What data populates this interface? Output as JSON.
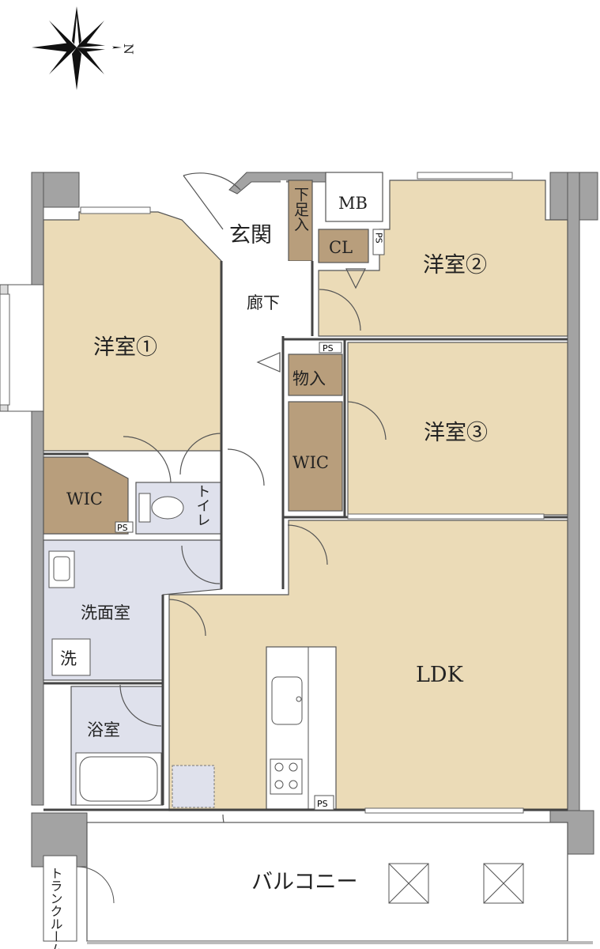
{
  "compass": {
    "north_label": "N",
    "icon": "compass-rose-icon"
  },
  "rooms": {
    "western_room_1": "洋室①",
    "western_room_2": "洋室②",
    "western_room_3": "洋室③",
    "entrance": "玄関",
    "corridor": "廊下",
    "shoe_closet": "下足入",
    "meter_box": "MB",
    "closet": "CL",
    "storage": "物入",
    "wic_left": "WIC",
    "wic_right": "WIC",
    "toilet": "トイレ",
    "washroom": "洗面室",
    "washer": "洗",
    "bathroom": "浴室",
    "ldk": "LDK",
    "balcony": "バルコニー",
    "trunk_room": "トランクルーム",
    "ps_label": "PS",
    "ps_vertical": "PS"
  },
  "colors": {
    "room_fill": "#ebdbb7",
    "storage_fill": "#b89e7c",
    "wet_fill": "#dfe1ec",
    "wall": "#9a9a9a",
    "wall_dark": "#6b6b6b"
  }
}
